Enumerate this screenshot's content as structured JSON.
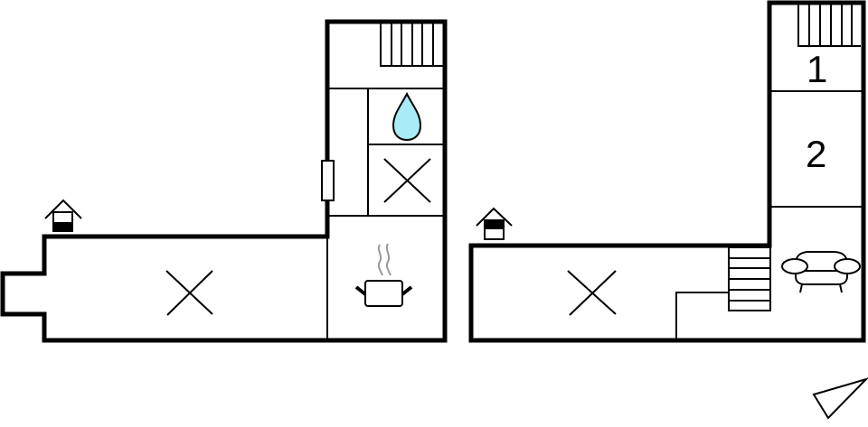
{
  "diagram": {
    "type": "floor_plan",
    "floors": [
      {
        "name": "ground-floor",
        "rooms": [
          {
            "id": "stair-hall",
            "icon": "staircase"
          },
          {
            "id": "corridor",
            "icon": "none"
          },
          {
            "id": "bathroom",
            "icon": "water-drop"
          },
          {
            "id": "small-room",
            "icon": "cross"
          },
          {
            "id": "kitchen",
            "icon": "cooking-pot"
          },
          {
            "id": "main-room",
            "icon": "cross"
          }
        ],
        "entrance_icon": "house-entrance"
      },
      {
        "name": "upper-floor",
        "rooms": [
          {
            "id": "bedroom-1",
            "label": "1",
            "icon": "staircase"
          },
          {
            "id": "bedroom-2",
            "label": "2"
          },
          {
            "id": "living-room",
            "icon": "sofa"
          },
          {
            "id": "open-room",
            "icon": "cross"
          }
        ],
        "entrance_icon": "house-entrance"
      }
    ],
    "labels": {
      "bedroom_1": "1",
      "bedroom_2": "2"
    },
    "colors": {
      "wall": "#000000",
      "water": "#a8ecf5",
      "steam": "#999999",
      "background": "#ffffff"
    },
    "compass": "north-arrow-triangle"
  }
}
